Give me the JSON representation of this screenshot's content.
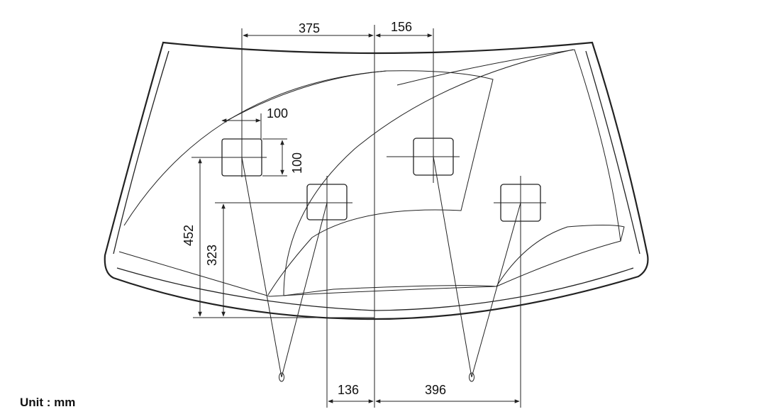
{
  "diagram": {
    "dimensions": {
      "top_left": "375",
      "top_right": "156",
      "box_width": "100",
      "box_height": "100",
      "height_outer": "452",
      "height_inner": "323",
      "bottom_left": "136",
      "bottom_right": "396"
    },
    "unit_label": "Unit : mm"
  }
}
